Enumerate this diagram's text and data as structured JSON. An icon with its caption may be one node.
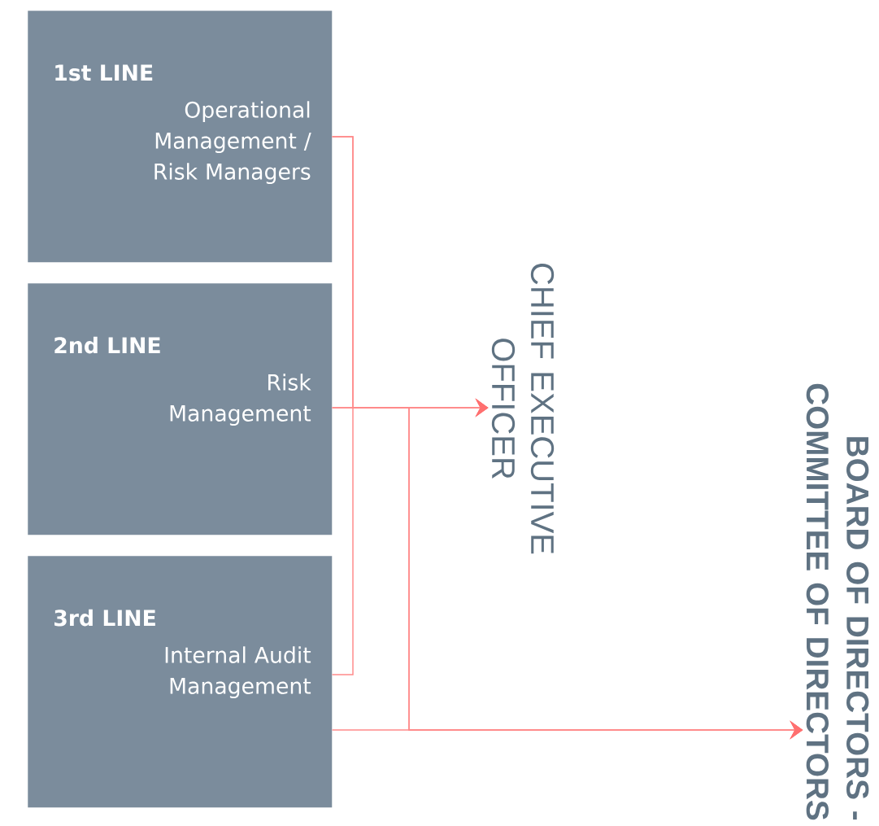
{
  "diagram": {
    "nodes": [
      {
        "text": [
          "1st LINE",
          "Operational Management / Risk Managers"
        ]
      },
      {
        "text": [
          "2nd LINE",
          "Risk Management"
        ]
      },
      {
        "text": [
          "3rd LINE",
          "Internal Audit Management"
        ]
      },
      {
        "text": [
          "CHIEF EXECUTIVE OFFICER"
        ]
      },
      {
        "text": [
          "BOARD OF DIRECTORS - COMMITTEE OF DIRECTORS"
        ]
      }
    ],
    "edges": [
      {
        "from": 0,
        "to": 3,
        "arrow": "to"
      },
      {
        "from": 1,
        "to": 3,
        "arrow": "to"
      },
      {
        "from": 2,
        "to": 3,
        "arrow": "to"
      },
      {
        "from": 0,
        "to": 4,
        "arrow": "to"
      },
      {
        "from": 1,
        "to": 4,
        "arrow": "to"
      },
      {
        "from": 2,
        "to": 4,
        "arrow": "to"
      }
    ]
  }
}
